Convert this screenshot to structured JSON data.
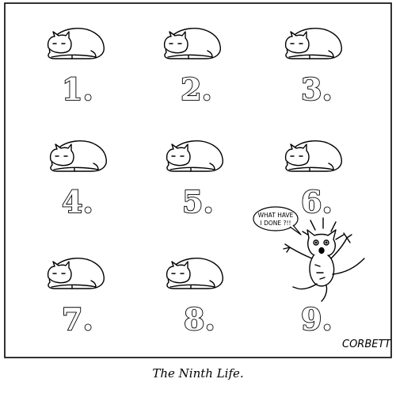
{
  "panels": [
    {
      "number": "1.",
      "cat": "sleeping-cat"
    },
    {
      "number": "2.",
      "cat": "sleeping-cat"
    },
    {
      "number": "3.",
      "cat": "sleeping-cat"
    },
    {
      "number": "4.",
      "cat": "sleeping-cat"
    },
    {
      "number": "5.",
      "cat": "sleeping-cat"
    },
    {
      "number": "6.",
      "cat": "sleeping-cat"
    },
    {
      "number": "7.",
      "cat": "sleeping-cat"
    },
    {
      "number": "8.",
      "cat": "sleeping-cat"
    },
    {
      "number": "9.",
      "cat": "startled-cat"
    }
  ],
  "speech_bubble": {
    "line1": "WHAT HAVE",
    "line2": "I DONE ?!!"
  },
  "signature": "CORBETT",
  "caption": "The Ninth Life."
}
